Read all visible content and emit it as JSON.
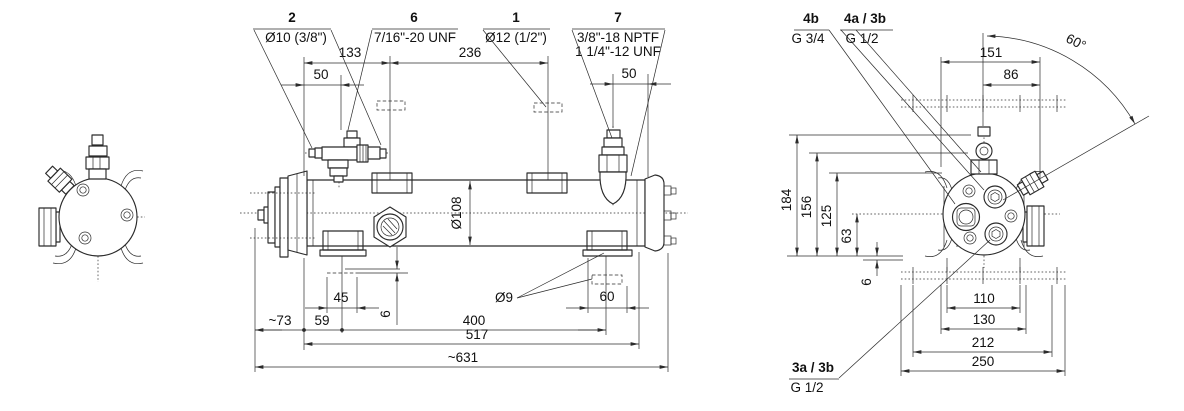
{
  "title": "Oil cooler dimensional drawing, three views",
  "colors": {
    "background": "#ffffff",
    "line": "#2b2b2b",
    "text": "#111111"
  },
  "callouts": {
    "c2": {
      "id": "2",
      "spec": "Ø10 (3/8\")"
    },
    "c6": {
      "id": "6",
      "spec": "7/16\"-20 UNF"
    },
    "c1": {
      "id": "1",
      "spec": "Ø12 (1/2\")"
    },
    "c7": {
      "id": "7",
      "spec1": "3/8\"-18 NPTF",
      "spec2": "1 1/4\"-12 UNF"
    },
    "c4b": {
      "id": "4b",
      "spec": "G 3/4"
    },
    "c4a3b": {
      "id": "4a / 3b",
      "spec": "G 1/2"
    },
    "c3a3b": {
      "id": "3a / 3b",
      "spec": "G 1/2"
    }
  },
  "dims": {
    "main": {
      "pitch_left": "50",
      "pitch_133": "133",
      "pitch_236": "236",
      "pitch_right": "50",
      "shell_dia": "Ø108",
      "end_len": "~73",
      "d59": "59",
      "d45": "45",
      "foot_h": "6",
      "d400": "400",
      "slot_dia": "Ø9",
      "d60": "60",
      "d517": "517",
      "total_len": "~631"
    },
    "end": {
      "d151": "151",
      "d86": "86",
      "angle": "60°",
      "d184": "184",
      "d156": "156",
      "d125": "125",
      "d63": "63",
      "d6": "6",
      "d110": "110",
      "d130": "130",
      "d212": "212",
      "d250": "250"
    }
  }
}
